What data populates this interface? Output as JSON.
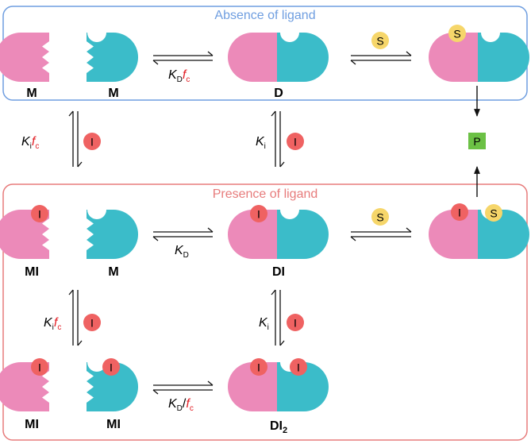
{
  "colors": {
    "monomer_pink": "#ec8ab9",
    "monomer_teal": "#3bbcc9",
    "absence_box": "#6f9ee0",
    "presence_box": "#e77b7b",
    "inhibitor": "#ef6262",
    "substrate": "#f6d66a",
    "product": "#6cc145",
    "kc_red": "#e21f26",
    "text": "#111111"
  },
  "sections": {
    "absence_title": "Absence of ligand",
    "presence_title": "Presence of ligand"
  },
  "species": {
    "M": "M",
    "D": "D",
    "MI": "MI",
    "DI": "DI",
    "DI2_base": "DI",
    "DI2_sub": "2"
  },
  "tokens": {
    "S": "S",
    "I": "I",
    "P": "P"
  },
  "constants": {
    "K": "K",
    "sub_D": "D",
    "sub_i": "i",
    "f": "f",
    "sub_c": "c",
    "slash": "/"
  }
}
